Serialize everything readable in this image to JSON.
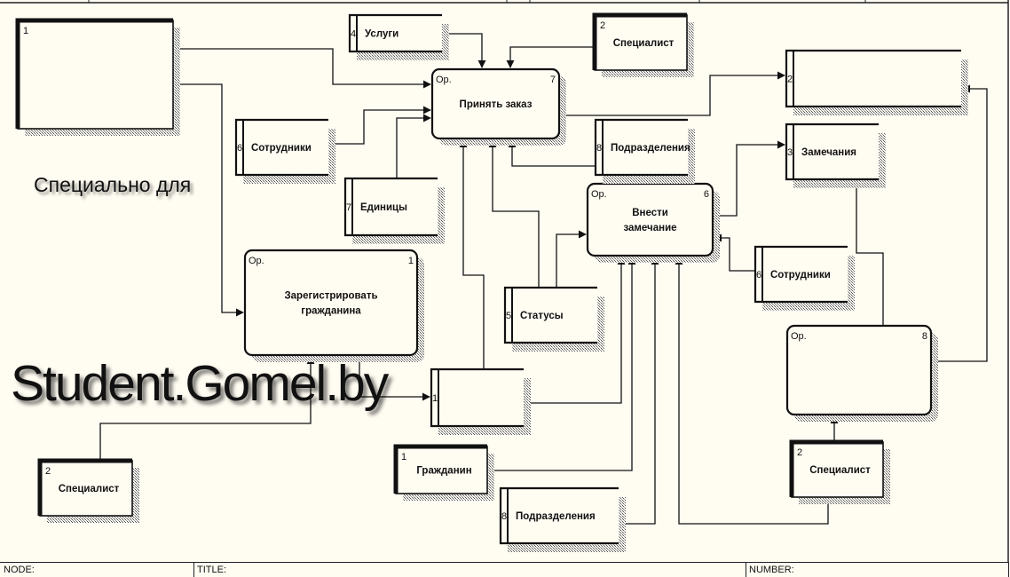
{
  "processes": [
    {
      "id": "p7",
      "prefix": "Op.",
      "number": "7",
      "lines": [
        "Принять заказ"
      ]
    },
    {
      "id": "p6",
      "prefix": "Op.",
      "number": "6",
      "lines": [
        "Внести",
        "замечание"
      ]
    },
    {
      "id": "p1",
      "prefix": "Op.",
      "number": "1",
      "lines": [
        "Зарегистрировать",
        "гражданина"
      ]
    },
    {
      "id": "p8",
      "prefix": "Op.",
      "number": "8",
      "lines": []
    }
  ],
  "externals": [
    {
      "id": "e1a",
      "number": "1",
      "lines": []
    },
    {
      "id": "e2top",
      "number": "2",
      "lines": [
        "Специалист"
      ]
    },
    {
      "id": "e2bl",
      "number": "2",
      "lines": [
        "Специалист"
      ]
    },
    {
      "id": "e1cit",
      "number": "1",
      "lines": [
        "Гражданин"
      ]
    },
    {
      "id": "e2br",
      "number": "2",
      "lines": [
        "Специалист"
      ]
    }
  ],
  "stores": [
    {
      "id": "s4",
      "number": "4",
      "label": "Услуги"
    },
    {
      "id": "s6a",
      "number": "6",
      "label": "Сотрудники"
    },
    {
      "id": "s7",
      "number": "7",
      "label": "Единицы"
    },
    {
      "id": "s8a",
      "number": "8",
      "label": "Подразделения"
    },
    {
      "id": "s2",
      "number": "2",
      "label": ""
    },
    {
      "id": "s3",
      "number": "3",
      "label": "Замечания"
    },
    {
      "id": "s6b",
      "number": "6",
      "label": "Сотрудники"
    },
    {
      "id": "s5",
      "number": "5",
      "label": "Статусы"
    },
    {
      "id": "s1",
      "number": "1",
      "label": ""
    },
    {
      "id": "s8b",
      "number": "8",
      "label": "Подразделения"
    }
  ],
  "watermark": {
    "line1": "Специально для",
    "line2": "Student.Gomel.by"
  },
  "footer": {
    "node": "NODE:",
    "title": "TITLE:",
    "number": "NUMBER:"
  }
}
